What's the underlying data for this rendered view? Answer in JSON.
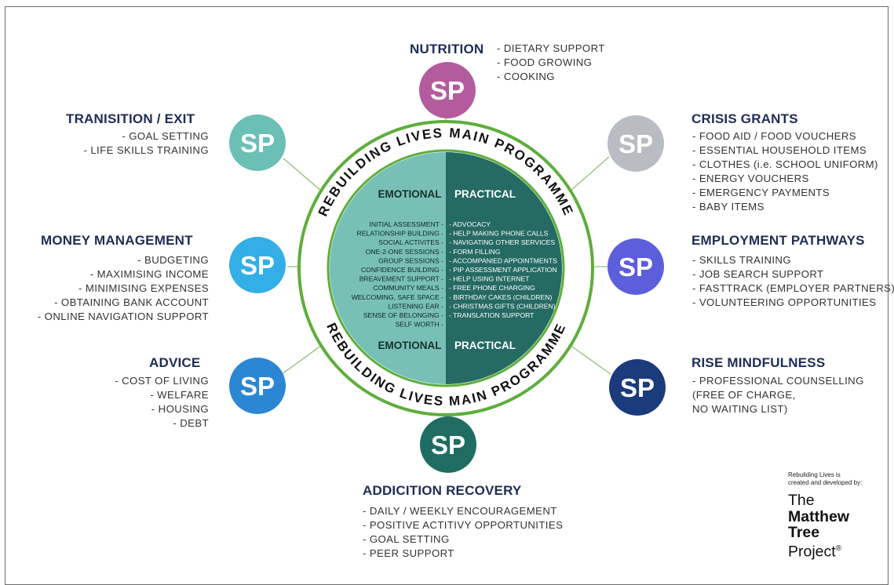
{
  "colors": {
    "title": "#1d2d57",
    "ring": "#5dae3c",
    "emotional": "#78c0b6",
    "practical": "#256a63",
    "nutrition": "#b45b9e",
    "crisis_grants": "#b9bdc3",
    "employment_pathways": "#5d5edb",
    "rise_mindfulness": "#1b3b7c",
    "addiction_recovery": "#1f6d62",
    "advice": "#2b86d4",
    "money_management": "#33aee6",
    "transition_exit": "#6bbfb5"
  },
  "node_label": "SP",
  "ring_text": {
    "top": "REBUILDING LIVES MAIN PROGRAMME",
    "bottom": "REBUILDING LIVES MAIN PROGRAMME"
  },
  "core": {
    "emotional_label": "EMOTIONAL",
    "practical_label": "PRACTICAL",
    "emotional_items": [
      "INITIAL ASSESSMENT -",
      "RELATIONSHIP BUILDING -",
      "SOCIAL ACTIVITES -",
      "ONE-2-ONE SESSIONS -",
      "GROUP SESSIONS -",
      "CONFIDENCE BUILDING -",
      "BREAVEMENT SUPPORT -",
      "COMMUNITY MEALS -",
      "WELCOMING, SAFE SPACE -",
      "LISTENING EAR -",
      "SENSE OF BELONGING -",
      "SELF WORTH -"
    ],
    "practical_items": [
      "- ADVOCACY",
      "- HELP MAKING PHONE CALLS",
      "- NAVIGATING OTHER SERVICES",
      "- FORM FILLING",
      "- ACCOMPANIED APPOINTMENTS",
      "- PIP ASSESSMENT APPLICATION",
      "- HELP USING INTERNET",
      "- FREE PHONE CHARGING",
      "- BIRTHDAY CAKES (CHILDREN)",
      "- CHRISTMAS GIFTS (CHILDREN)",
      "- TRANSLATION SUPPORT"
    ]
  },
  "services": {
    "nutrition": {
      "title": "NUTRITION",
      "items": [
        "- DIETARY SUPPORT",
        "- FOOD GROWING",
        "- COOKING"
      ]
    },
    "crisis_grants": {
      "title": "CRISIS GRANTS",
      "items": [
        "- FOOD AID / FOOD VOUCHERS",
        "- ESSENTIAL HOUSEHOLD ITEMS",
        "- CLOTHES (i.e. SCHOOL UNIFORM)",
        "- ENERGY VOUCHERS",
        "- EMERGENCY PAYMENTS",
        "- BABY ITEMS"
      ]
    },
    "employment_pathways": {
      "title": "EMPLOYMENT PATHWAYS",
      "items": [
        "- SKILLS TRAINING",
        "- JOB SEARCH SUPPORT",
        "- FASTTRACK (EMPLOYER PARTNERS)",
        "- VOLUNTEERING OPPORTUNITIES"
      ]
    },
    "rise_mindfulness": {
      "title": "RISE MINDFULNESS",
      "items": [
        "- PROFESSIONAL COUNSELLING",
        "(FREE OF CHARGE,",
        "NO WAITING LIST)"
      ]
    },
    "addiction_recovery": {
      "title": "ADDICITION RECOVERY",
      "items": [
        "- DAILY / WEEKLY ENCOURAGEMENT",
        "- POSITIVE ACTITIVY OPPORTUNITIES",
        "- GOAL SETTING",
        "- PEER SUPPORT"
      ]
    },
    "advice": {
      "title": "ADVICE",
      "items": [
        "- COST OF LIVING",
        "- WELFARE",
        "- HOUSING",
        "- DEBT"
      ]
    },
    "money_management": {
      "title": "MONEY MANAGEMENT",
      "items": [
        "- BUDGETING",
        "- MAXIMISING INCOME",
        "- MINIMISING EXPENSES",
        "- OBTAINING BANK ACCOUNT",
        "- ONLINE NAVIGATION SUPPORT"
      ]
    },
    "transition_exit": {
      "title": "TRANISITION / EXIT",
      "items": [
        "- GOAL SETTING",
        "- LIFE SKILLS TRAINING"
      ]
    }
  },
  "credit": {
    "line1": "Rebuilding Lives is",
    "line2": "created and developed by:",
    "logo_the": "The",
    "logo_matthew": "Matthew",
    "logo_tree": "Tree",
    "logo_project": "Project",
    "logo_mark": "®"
  }
}
